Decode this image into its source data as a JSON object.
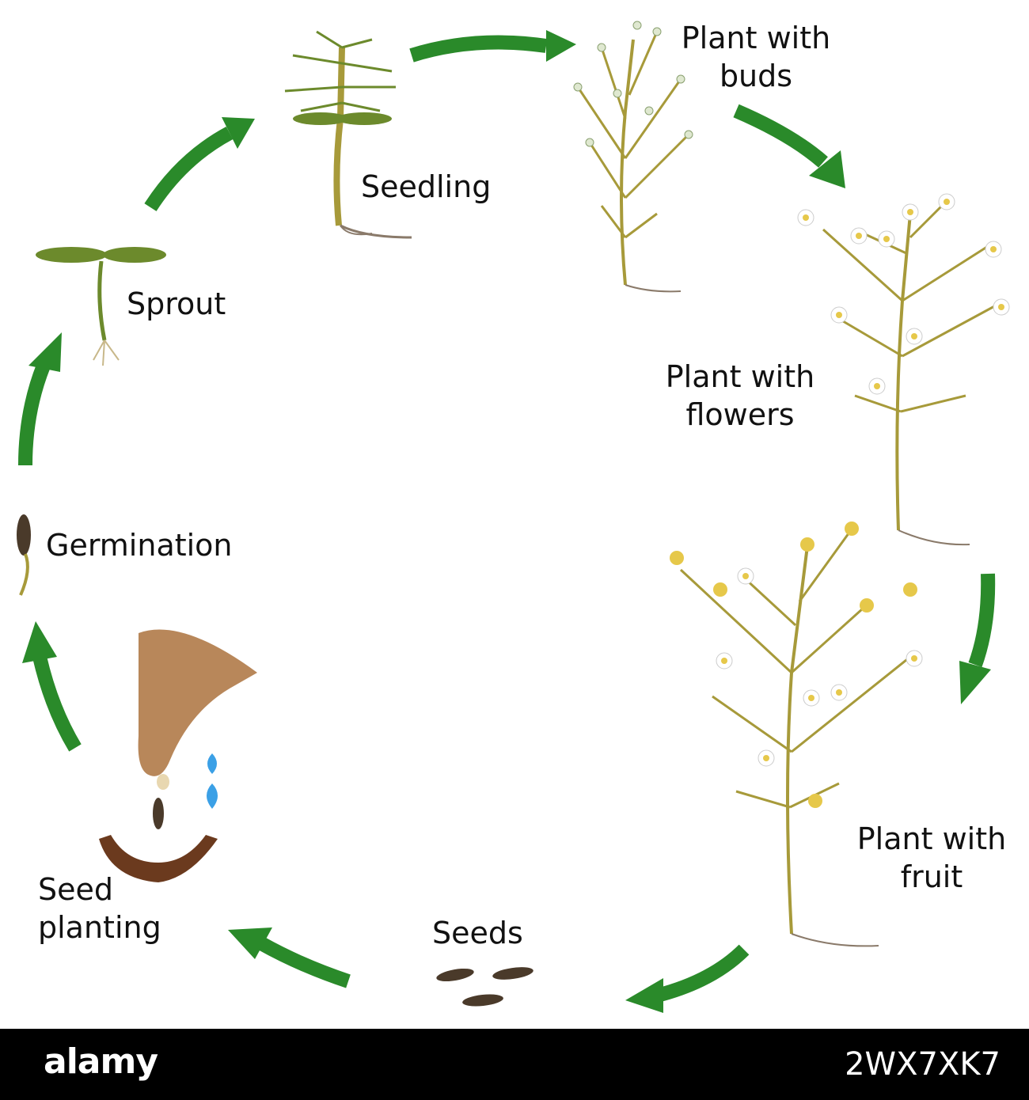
{
  "labels": {
    "buds_l1": "Plant with",
    "buds_l2": "buds",
    "flowers_l1": "Plant with",
    "flowers_l2": "flowers",
    "fruit_l1": "Plant with",
    "fruit_l2": "fruit",
    "seedling": "Seedling",
    "sprout": "Sprout",
    "germination": "Germination",
    "seeds": "Seeds",
    "planting_l1": "Seed",
    "planting_l2": "planting"
  },
  "footer": {
    "brand": "alamy",
    "image_id": "2WX7XK7",
    "text": ""
  },
  "colors": {
    "arrow": "#2a8a2a",
    "stem": "#a79a3a",
    "leaf": "#6c8a2c",
    "soil": "#6b3a1e",
    "water": "#3ba0e6",
    "hand": "#b8875a",
    "seed": "#4a3a2a",
    "petal": "#ffffff",
    "flower_center": "#e6c84a"
  }
}
